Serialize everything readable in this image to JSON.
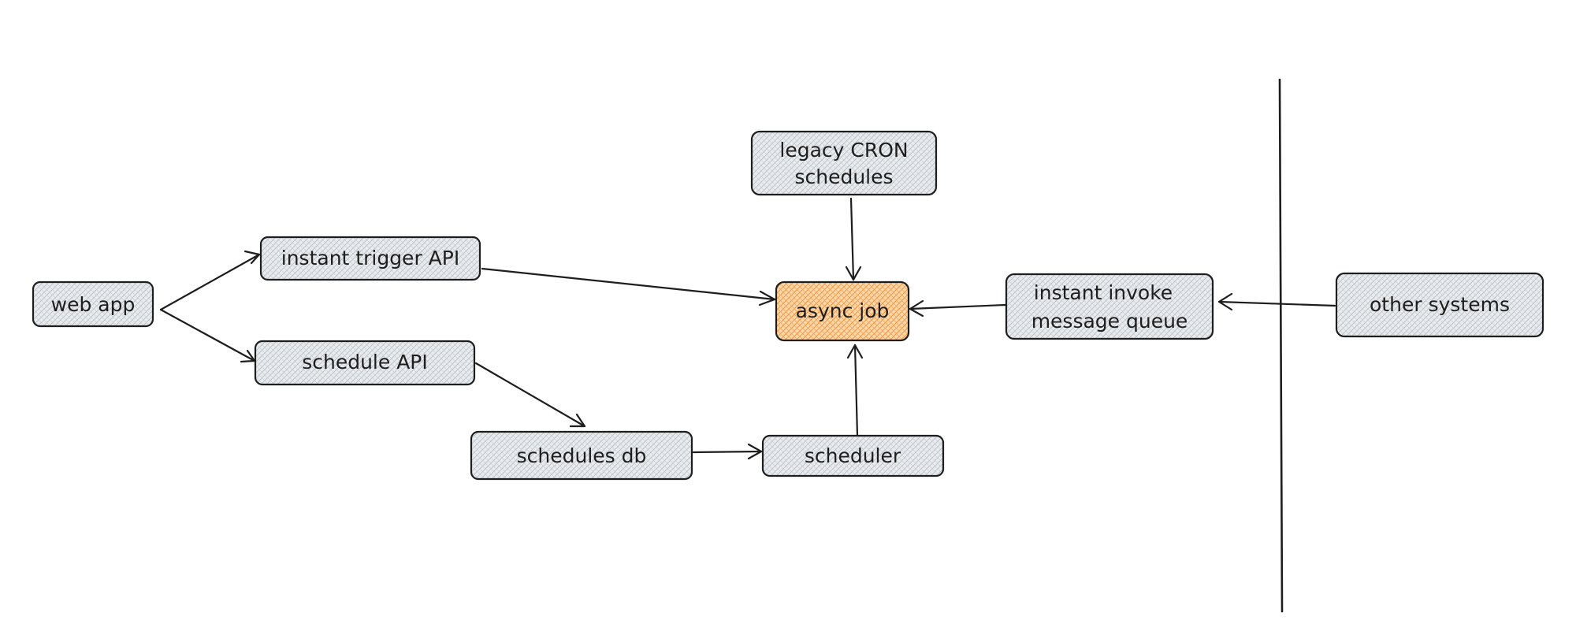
{
  "nodes": {
    "web_app": {
      "label": "web app"
    },
    "instant_trigger_api": {
      "label": "instant trigger API"
    },
    "schedule_api": {
      "label": "schedule API"
    },
    "schedules_db": {
      "label": "schedules db"
    },
    "scheduler": {
      "label": "scheduler"
    },
    "legacy_cron": {
      "line1": "legacy CRON",
      "line2": "schedules"
    },
    "async_job": {
      "label": "async job"
    },
    "instant_invoke_queue": {
      "line1": "instant invoke",
      "line2": "message queue"
    },
    "other_systems": {
      "label": "other systems"
    }
  },
  "colors": {
    "stroke": "#1e1e1e",
    "node_fill_grey": "#e9ecef",
    "node_hatch_grey": "#b8bcc2",
    "node_fill_orange": "#ffd8a8",
    "node_hatch_orange": "#f08c3a"
  },
  "edges": [
    {
      "from": "web_app",
      "to": "instant_trigger_api"
    },
    {
      "from": "web_app",
      "to": "schedule_api"
    },
    {
      "from": "instant_trigger_api",
      "to": "async_job"
    },
    {
      "from": "schedule_api",
      "to": "schedules_db"
    },
    {
      "from": "schedules_db",
      "to": "scheduler"
    },
    {
      "from": "scheduler",
      "to": "async_job"
    },
    {
      "from": "legacy_cron",
      "to": "async_job"
    },
    {
      "from": "instant_invoke_queue",
      "to": "async_job"
    },
    {
      "from": "other_systems",
      "to": "instant_invoke_queue"
    }
  ]
}
